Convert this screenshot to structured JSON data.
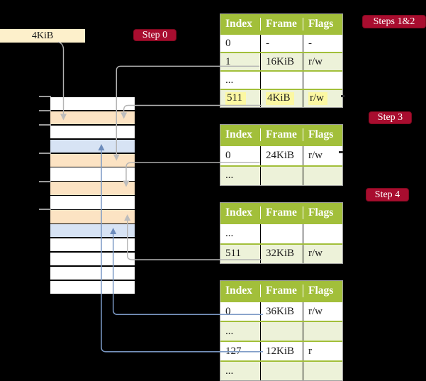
{
  "page_size_label": "4KiB",
  "badges": {
    "step0": "Step 0",
    "steps12": "Steps 1&2",
    "step3": "Step 3",
    "step4": "Step 4"
  },
  "table_columns": [
    "Index",
    "Frame",
    "Flags"
  ],
  "tables": {
    "t1": {
      "rows": [
        [
          "0",
          "-",
          "-"
        ],
        [
          "1",
          "16KiB",
          "r/w"
        ],
        [
          "...",
          "",
          ""
        ],
        [
          "511",
          "4KiB",
          "r/w"
        ]
      ]
    },
    "t2": {
      "rows": [
        [
          "0",
          "24KiB",
          "r/w"
        ],
        [
          "...",
          "",
          ""
        ]
      ]
    },
    "t3": {
      "rows": [
        [
          "...",
          "",
          ""
        ],
        [
          "511",
          "32KiB",
          "r/w"
        ]
      ]
    },
    "t4": {
      "rows": [
        [
          "0",
          "36KiB",
          "r/w"
        ],
        [
          "...",
          "",
          ""
        ],
        [
          "127",
          "12KiB",
          "r"
        ],
        [
          "...",
          "",
          ""
        ]
      ]
    }
  },
  "memory": {
    "rows": [
      "free",
      "used",
      "free",
      "pagetable",
      "used",
      "free",
      "used",
      "free",
      "used",
      "pagetable",
      "free",
      "free",
      "free",
      "free"
    ]
  },
  "colors": {
    "table_header_bg": "#a2bf3a",
    "table_row_alt_bg": "#edf2d9",
    "badge_bg": "#a80d2f",
    "mem_page_used_bg": "#fce3c3",
    "mem_page_table_bg": "#d7e3f4",
    "label_bg": "#fdf0cb",
    "highlight_bg": "#fcf8a2",
    "gray_connector": "#b4b4b4",
    "blue_connector": "#7b99c5"
  }
}
